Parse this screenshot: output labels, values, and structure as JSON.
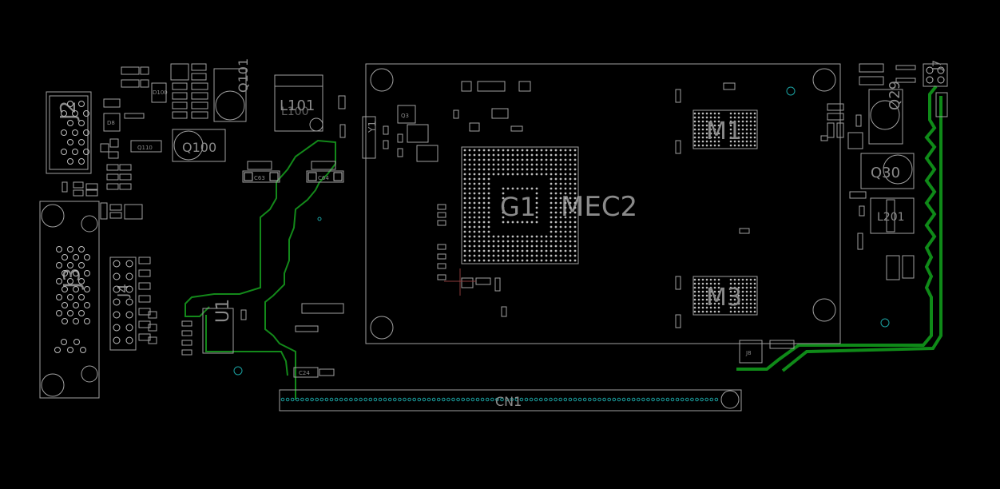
{
  "labels": {
    "j2": "J2",
    "j3": "J3",
    "j4": "J4",
    "q101": "Q101",
    "q100": "Q100",
    "l101": "L101",
    "l100": "L100",
    "u1": "U1",
    "y1": "Y1",
    "q3": "Q3",
    "g1": "G1",
    "mec2": "MEC2",
    "m1": "M1",
    "m3": "M3",
    "q29": "Q29",
    "q30": "Q30",
    "l201": "L201",
    "j7": "J7",
    "j8": "J8",
    "cn1": "CN1",
    "q110": "Q110",
    "d8": "D8",
    "c63": "C63",
    "c64": "C64",
    "c24": "C24",
    "d100": "D100"
  },
  "colors": {
    "background": "#000000",
    "outline": "#a0a0a0",
    "copper_trace": "#13891a",
    "via": "#1aa0a0",
    "label": "#8a8a8a"
  }
}
